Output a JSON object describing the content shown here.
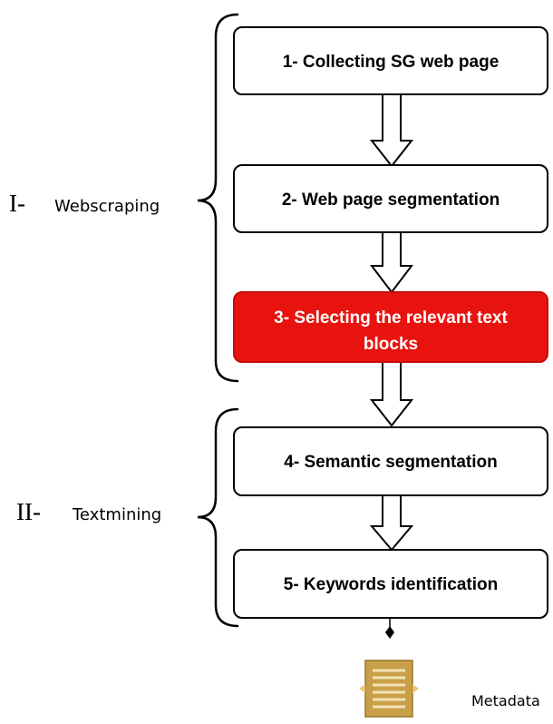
{
  "phases": [
    {
      "numeral": "I-",
      "label": "Webscraping"
    },
    {
      "numeral": "II-",
      "label": "Textmining"
    }
  ],
  "steps": [
    {
      "text_lines": [
        "1- Collecting SG web page"
      ],
      "highlight": false
    },
    {
      "text_lines": [
        "2- Web page segmentation"
      ],
      "highlight": false
    },
    {
      "text_lines": [
        "3- Selecting the relevant text",
        "blocks"
      ],
      "highlight": true
    },
    {
      "text_lines": [
        "4- Semantic segmentation"
      ],
      "highlight": false
    },
    {
      "text_lines": [
        "5- Keywords identification"
      ],
      "highlight": false
    }
  ],
  "output": {
    "label": "Metadata",
    "icon": "document-icon"
  },
  "colors": {
    "box_fill": "#ffffff",
    "box_border": "#000000",
    "highlight_fill": "#e8130f",
    "highlight_border": "#c40f0c",
    "highlight_text": "#ffffff",
    "icon_fill": "#c9a048",
    "icon_stroke": "#9a7628",
    "icon_line": "#f4e3b4"
  }
}
